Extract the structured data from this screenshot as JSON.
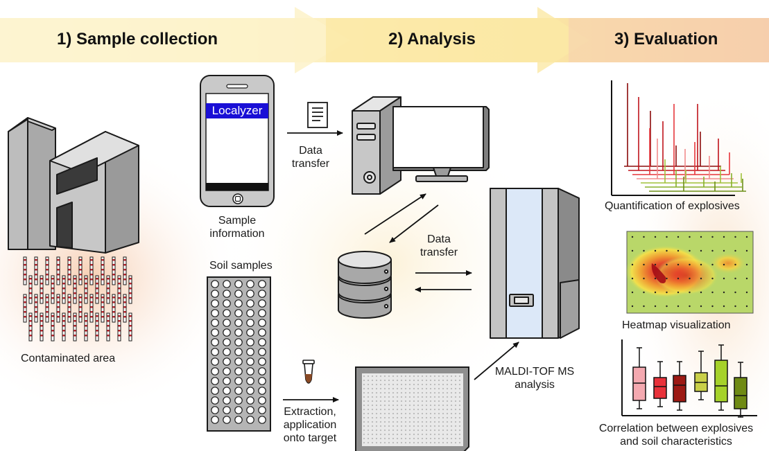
{
  "header": {
    "steps": [
      "1) Sample collection",
      "2) Analysis",
      "3) Evaluation"
    ],
    "colors": {
      "arrow_1": "#fdf0c2",
      "arrow_2": "#fbe7a0",
      "arrow_3": "#f8cfa8"
    }
  },
  "collection": {
    "area_label": "Contaminated area",
    "phone_app": "Localyzer",
    "phone_label": [
      "Sample",
      "information"
    ],
    "soil_label": "Soil samples",
    "extraction_label": [
      "Extraction,",
      "application",
      "onto target"
    ]
  },
  "analysis": {
    "transfer_top": [
      "Data",
      "transfer"
    ],
    "transfer_mid": [
      "Data",
      "transfer"
    ],
    "maldi_label": [
      "MALDI-TOF MS",
      "analysis"
    ]
  },
  "evaluation": {
    "quant_label": "Quantification of explosives",
    "heatmap_label": "Heatmap visualization",
    "corr_label": [
      "Correlation between explosives",
      "and soil characteristics"
    ],
    "box_colors": [
      "#f4a9b0",
      "#e8323a",
      "#9c1a14",
      "#c9cf48",
      "#a6d22a",
      "#6f8a14"
    ]
  }
}
